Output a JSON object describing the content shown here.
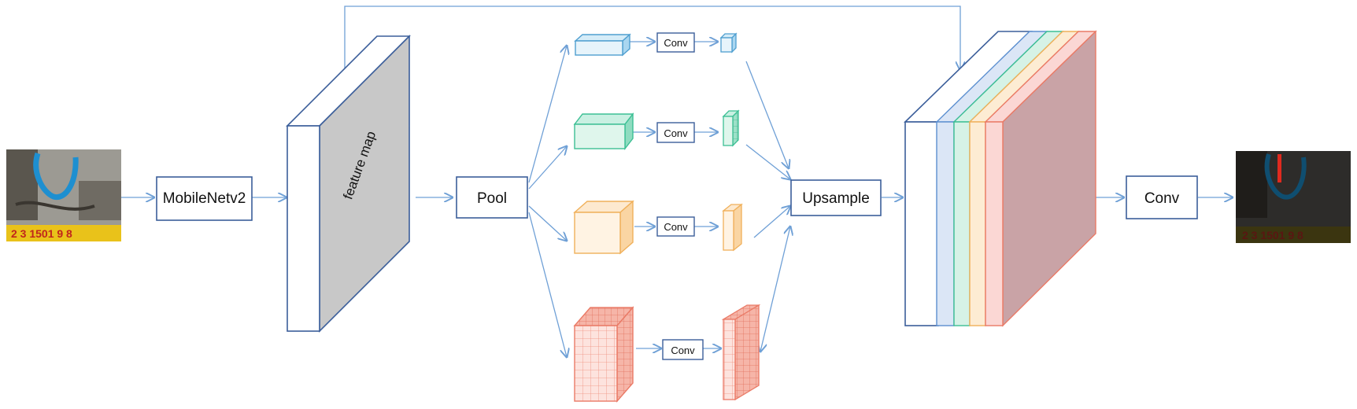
{
  "labels": {
    "mobilenet": "MobileNetv2",
    "feature_map": "feature map",
    "pool": "Pool",
    "conv_small_1": "Conv",
    "conv_small_2": "Conv",
    "conv_small_3": "Conv",
    "conv_small_4": "Conv",
    "upsample": "Upsample",
    "conv_final": "Conv"
  },
  "ruler_text": "2  3  1501  9  8",
  "colors": {
    "arrow": "#6fa0d6",
    "box_border": "#3b5e9a",
    "blue": "#8cc4e8",
    "green": "#4fc9a3",
    "orange": "#f4c27a",
    "red": "#f08a78",
    "feature_gray": "#c8c8c8",
    "output_fill": "#c9a3a6"
  },
  "icons": {
    "input_image": "photo-crack-ruler-icon",
    "output_image": "photo-segmentation-mask-icon"
  }
}
